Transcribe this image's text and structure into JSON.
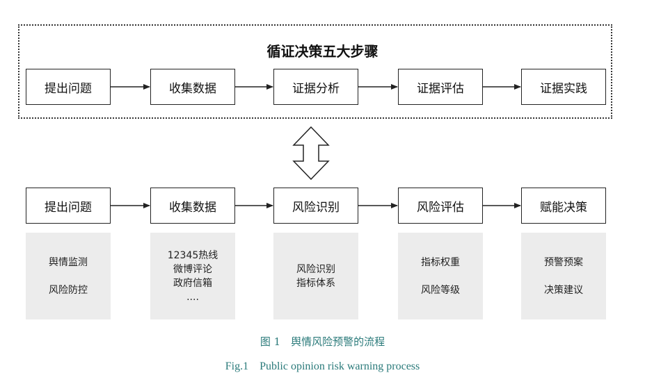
{
  "top": {
    "title": "循证决策五大步骤",
    "steps": [
      "提出问题",
      "收集数据",
      "证据分析",
      "证据评估",
      "证据实践"
    ]
  },
  "bottom": {
    "steps": [
      "提出问题",
      "收集数据",
      "风险识别",
      "风险评估",
      "赋能决策"
    ],
    "details": [
      [
        "舆情监测",
        "",
        "风险防控"
      ],
      [
        "12345热线",
        "微博评论",
        "政府信箱",
        "...."
      ],
      [
        "风险识别",
        "指标体系"
      ],
      [
        "指标权重",
        "",
        "风险等级"
      ],
      [
        "预警预案",
        "",
        "决策建议"
      ]
    ]
  },
  "caption": {
    "zh": "图 1　舆情风险预警的流程",
    "en": "Fig.1　Public opinion risk warning process"
  }
}
